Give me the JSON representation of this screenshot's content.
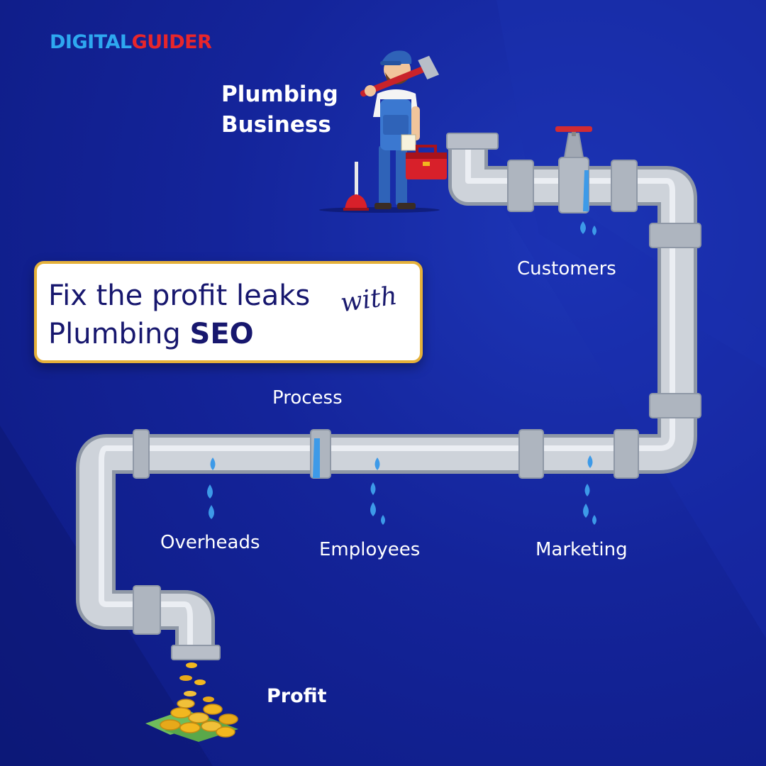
{
  "logo": {
    "part1": "DIGITAL",
    "part2": "GUIDER"
  },
  "header": {
    "line1": "Plumbing",
    "line2": "Business"
  },
  "headline": {
    "line1": "Fix the profit leaks",
    "script": "with",
    "line2_normal": "Plumbing ",
    "line2_bold": "SEO"
  },
  "labels": {
    "customers": "Customers",
    "process": "Process",
    "overheads": "Overheads",
    "employees": "Employees",
    "marketing": "Marketing",
    "profit": "Profit"
  },
  "colors": {
    "background": "#14249a",
    "pipe": "#c9ced6",
    "water": "#3d9ae8",
    "card_border": "#e5b13a",
    "logo_blue": "#2ea8f0",
    "logo_red": "#e8262b"
  },
  "icons": [
    "plumber-illustration",
    "plunger-icon",
    "toolbox-icon",
    "valve-icon",
    "water-drop-icon",
    "coins-pile-icon"
  ]
}
